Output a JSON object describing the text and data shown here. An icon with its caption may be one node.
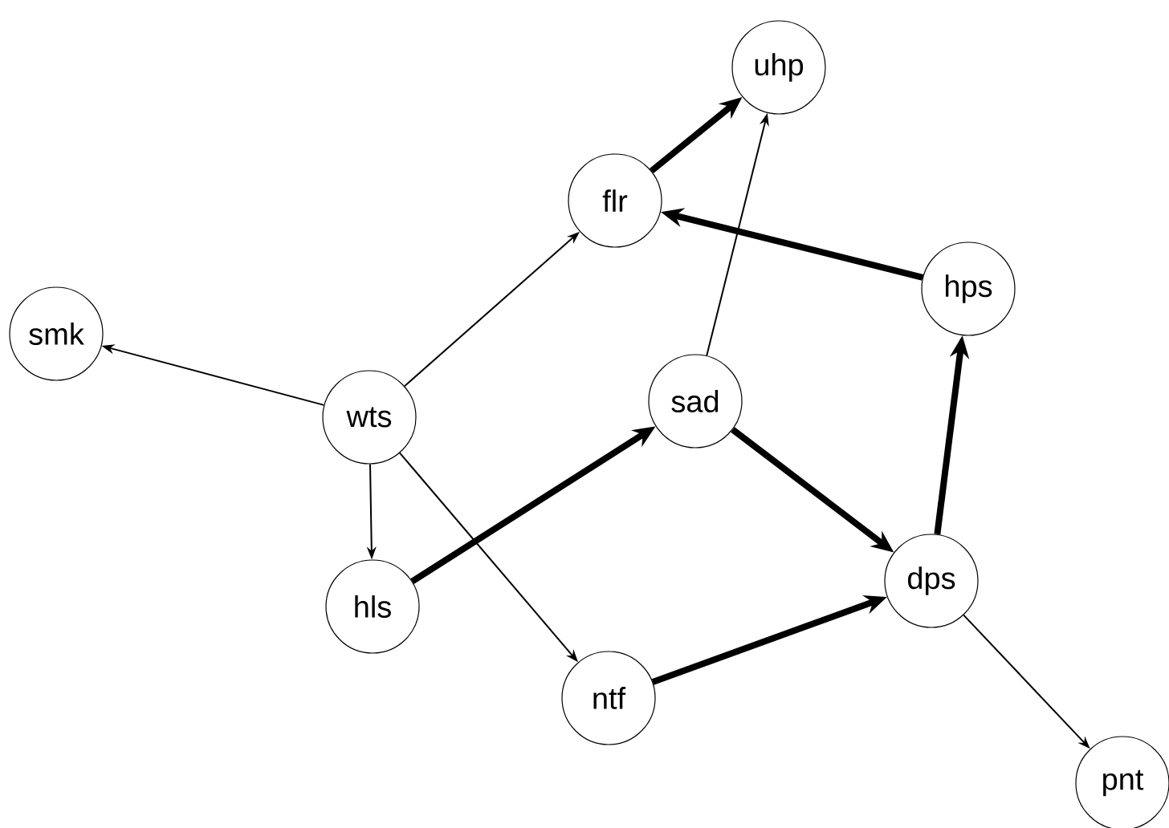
{
  "diagram": {
    "nodes": [
      {
        "text": [
          "uhp"
        ]
      },
      {
        "text": [
          "flr"
        ]
      },
      {
        "text": [
          "smk"
        ]
      },
      {
        "text": [
          "hps"
        ]
      },
      {
        "text": [
          "wts"
        ]
      },
      {
        "text": [
          "sad"
        ]
      },
      {
        "text": [
          "hls"
        ]
      },
      {
        "text": [
          "dps"
        ]
      },
      {
        "text": [
          "ntf"
        ]
      },
      {
        "text": [
          "pnt"
        ]
      }
    ],
    "edges": [
      {
        "from": 4,
        "to": 2,
        "arrow": "to"
      },
      {
        "from": 4,
        "to": 1,
        "arrow": "to"
      },
      {
        "from": 4,
        "to": 6,
        "arrow": "to"
      },
      {
        "from": 4,
        "to": 8,
        "arrow": "to"
      },
      {
        "from": 1,
        "to": 0,
        "arrow": "to",
        "style": "thick"
      },
      {
        "from": 5,
        "to": 0,
        "arrow": "to"
      },
      {
        "from": 3,
        "to": 1,
        "arrow": "to",
        "style": "thick"
      },
      {
        "from": 6,
        "to": 5,
        "arrow": "to",
        "style": "thick"
      },
      {
        "from": 5,
        "to": 7,
        "arrow": "to",
        "style": "thick"
      },
      {
        "from": 8,
        "to": 7,
        "arrow": "to",
        "style": "thick"
      },
      {
        "from": 7,
        "to": 3,
        "arrow": "to",
        "style": "thick"
      },
      {
        "from": 7,
        "to": 9,
        "arrow": "to"
      }
    ]
  }
}
